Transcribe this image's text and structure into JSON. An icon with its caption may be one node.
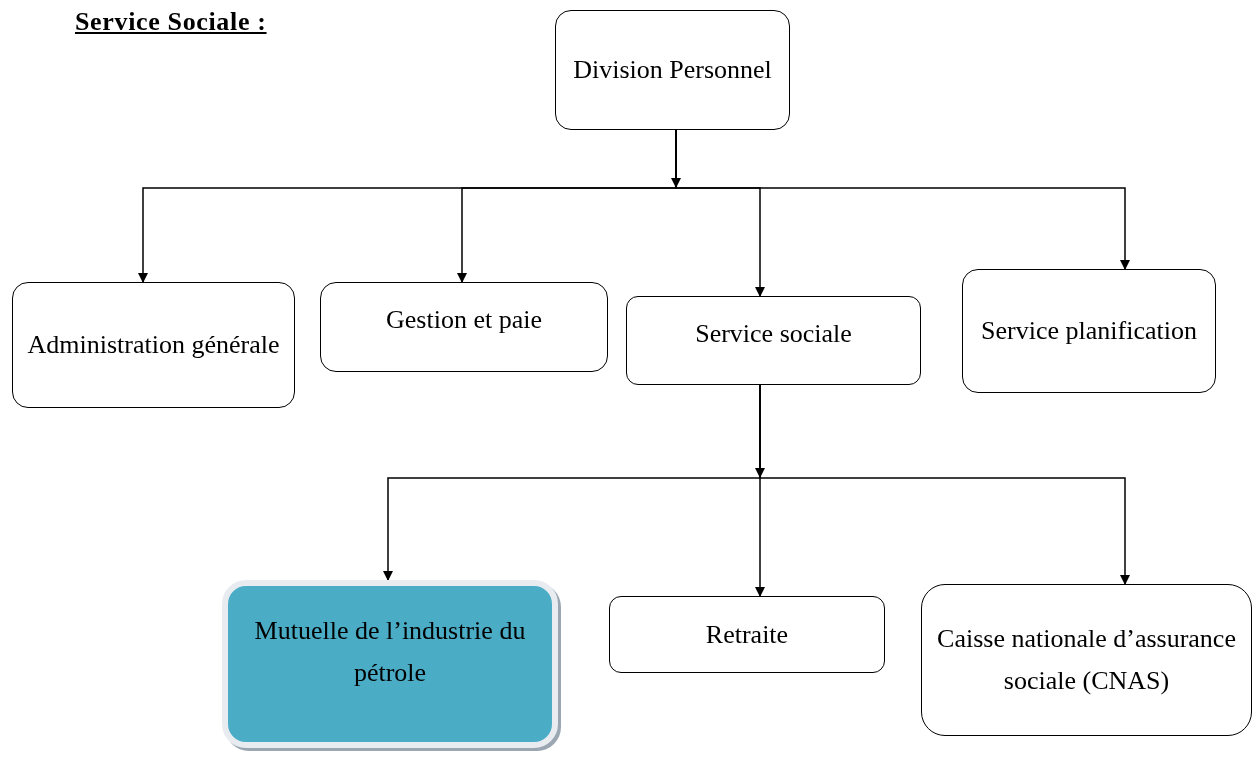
{
  "diagram": {
    "title": "Service Sociale :",
    "nodes": [
      {
        "text": [
          "Division Personnel"
        ]
      },
      {
        "text": [
          "Administration générale"
        ]
      },
      {
        "text": [
          "Gestion et paie"
        ]
      },
      {
        "text": [
          "Service sociale"
        ]
      },
      {
        "text": [
          "Service planification"
        ]
      },
      {
        "text": [
          "Mutuelle de l’industrie du pétrole"
        ]
      },
      {
        "text": [
          "Retraite"
        ]
      },
      {
        "text": [
          "Caisse nationale d’assurance sociale (CNAS)"
        ]
      }
    ],
    "edges": [
      {
        "from": 0,
        "to": 1,
        "arrow": "to"
      },
      {
        "from": 0,
        "to": 2,
        "arrow": "to"
      },
      {
        "from": 0,
        "to": 3,
        "arrow": "to"
      },
      {
        "from": 0,
        "to": 4,
        "arrow": "to"
      },
      {
        "from": 3,
        "to": 5,
        "arrow": "to"
      },
      {
        "from": 3,
        "to": 6,
        "arrow": "to"
      },
      {
        "from": 3,
        "to": 7,
        "arrow": "to"
      }
    ]
  }
}
